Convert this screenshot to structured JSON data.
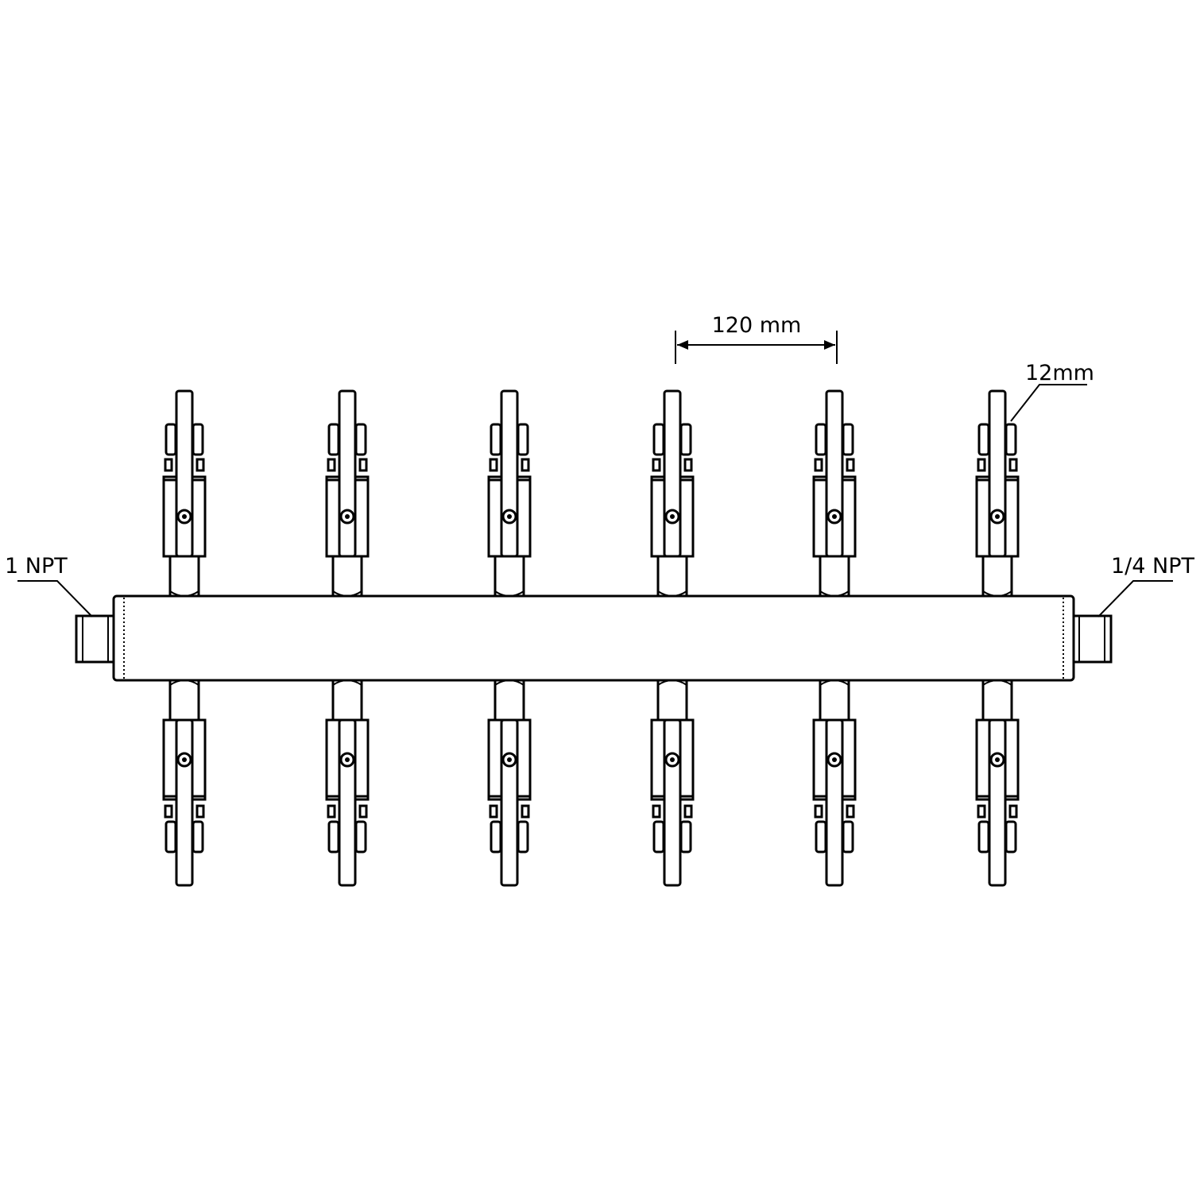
{
  "labels": {
    "inlet": "1 NPT",
    "outlet": "1/4 NPT",
    "spacing": "120 mm",
    "tube": "12mm"
  },
  "manifold": {
    "valves_per_side": 6,
    "sides": [
      "top",
      "bottom"
    ]
  },
  "colors": {
    "line": "#000000",
    "fill": "#ffffff"
  }
}
